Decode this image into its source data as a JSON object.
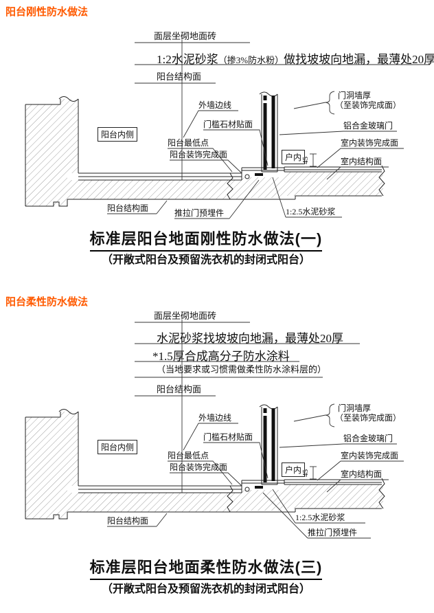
{
  "colors": {
    "accent": "#ff5a00",
    "line": "#1a1a1a"
  },
  "sections": [
    {
      "header": "阳台刚性防水做法",
      "annotations": {
        "surface": "面层坐砌地面砖",
        "mortar_big1": "1:2水泥砂浆",
        "mortar_small": "（掺3%防水粉）",
        "mortar_big2": "做找坡坡向地漏，最薄处20厚",
        "structure_top": "阳台结构面"
      },
      "labels": {
        "outer_wall_line": "外墙边线",
        "threshold_stone": "门槛石材贴面",
        "lowest_point": "阳台最低点",
        "balcony_finish": "阳台装饰完成面",
        "balcony_inside": "阳台内侧",
        "indoor": "户内",
        "door_wall_thickness": "门洞墙厚",
        "to_finish_face": "（至装饰完成面）",
        "aluminum_door": "铝合金玻璃门",
        "interior_finish": "室内装饰完成面",
        "interior_structure": "室内结构面",
        "dim_45": "45",
        "structure_bottom": "阳台结构面",
        "door_embed": "推拉门预埋件",
        "bedding_mortar": "1:2.5水泥砂浆"
      },
      "title": "标准层阳台地面刚性防水做法(一)",
      "subtitle": "（开敞式阳台及预留洗衣机的封闭式阳台）"
    },
    {
      "header": "阳台柔性防水做法",
      "annotations": {
        "surface": "面层坐砌地面砖",
        "mortar": "水泥砂浆找坡坡向地漏，最薄处20厚",
        "membrane": "*1.5厚合成高分子防水涂料",
        "membrane_note": "（当地要求或习惯需做柔性防水涂料层的）",
        "structure_top": "阳台结构面"
      },
      "labels": {
        "outer_wall_line": "外墙边线",
        "threshold_stone": "门槛石材贴面",
        "lowest_point": "阳台最低点",
        "balcony_finish": "阳台装饰完成面",
        "balcony_inside": "阳台内侧",
        "indoor": "户内",
        "door_wall_thickness": "门洞墙厚",
        "to_finish_face": "（至装饰完成面）",
        "aluminum_door": "铝合金玻璃门",
        "interior_finish": "室内装饰完成面",
        "interior_structure": "室内结构面",
        "dim_45": "45",
        "structure_bottom": "阳台结构面",
        "door_embed": "推拉门预埋件",
        "bedding_mortar": "1:2.5水泥砂浆"
      },
      "title": "标准层阳台地面柔性防水做法(三)",
      "subtitle": "（开敞式阳台及预留洗衣机的封闭式阳台）"
    }
  ]
}
